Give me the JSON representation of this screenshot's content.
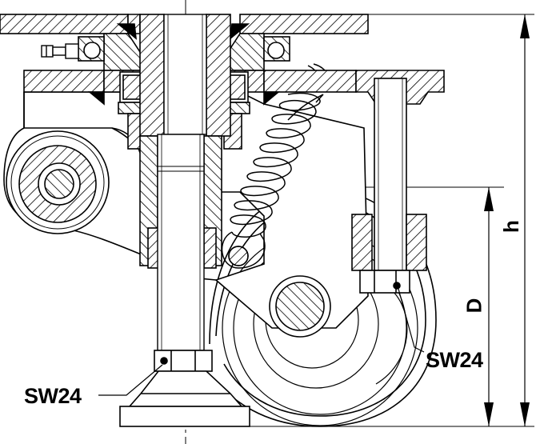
{
  "labels": {
    "sw24_left": "SW24",
    "sw24_right": "SW24",
    "dim_h": "h",
    "dim_d": "D"
  },
  "colors": {
    "line": "#000000",
    "background": "#ffffff",
    "hatch": "#000000"
  }
}
